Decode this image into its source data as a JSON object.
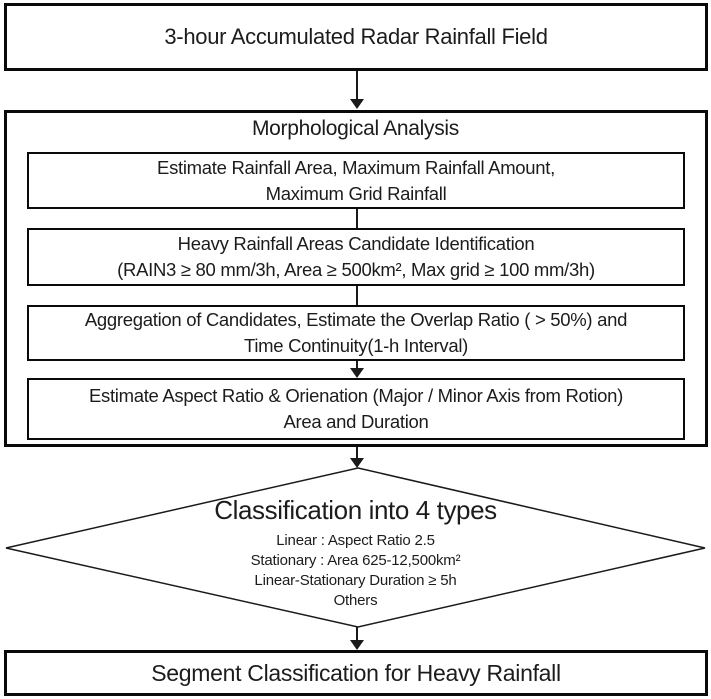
{
  "flow": {
    "top_box": {
      "label": "3-hour Accumulated Radar Rainfall Field"
    },
    "morphological": {
      "title": "Morphological Analysis",
      "steps": [
        {
          "line1": "Estimate Rainfall Area, Maximum Rainfall Amount,",
          "line2": "Maximum Grid Rainfall"
        },
        {
          "line1": "Heavy Rainfall Areas Candidate Identification",
          "line2": "(RAIN3 ≥ 80 mm/3h, Area ≥ 500km², Max grid ≥ 100 mm/3h)"
        },
        {
          "line1": "Aggregation of Candidates, Estimate the Overlap Ratio ( > 50%) and",
          "line2": "Time Continuity(1-h Interval)"
        },
        {
          "line1": "Estimate Aspect Ratio & Orienation (Major / Minor Axis from Rotion)",
          "line2": "Area and Duration"
        }
      ]
    },
    "decision": {
      "title": "Classification into 4 types",
      "criteria": [
        "Linear : Aspect Ratio 2.5",
        "Stationary : Area 625-12,500km²",
        "Linear-Stationary Duration ≥ 5h",
        "Others"
      ]
    },
    "bottom_box": {
      "label": "Segment Classification for Heavy Rainfall"
    }
  },
  "colors": {
    "border": "#0a0a0a",
    "line": "#1a1a1a",
    "background": "#ffffff",
    "text": "#1c1c1c"
  }
}
